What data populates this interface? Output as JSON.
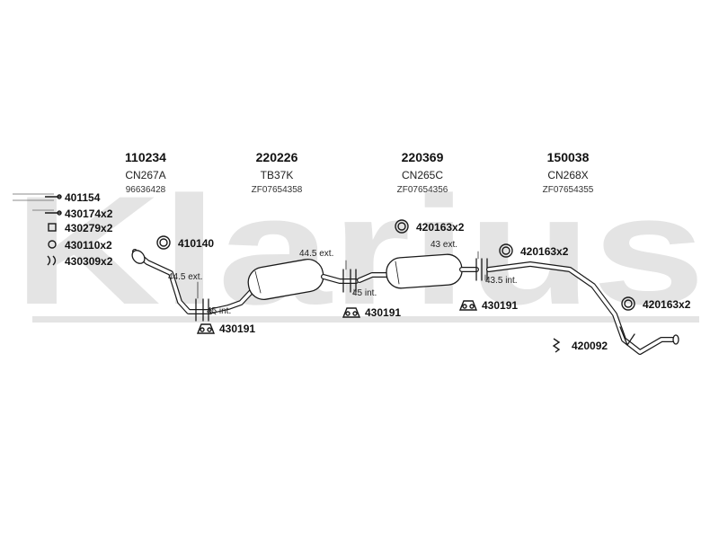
{
  "watermark": "Klarius",
  "sections": [
    {
      "code": "110234",
      "ref": "CN267A",
      "zf": "96636428"
    },
    {
      "code": "220226",
      "ref": "TB37K",
      "zf": "ZF07654358"
    },
    {
      "code": "220369",
      "ref": "CN265C",
      "zf": "ZF07654356"
    },
    {
      "code": "150038",
      "ref": "CN268X",
      "zf": "ZF07654355"
    }
  ],
  "kit_parts": [
    {
      "label": "401154",
      "icon": "bolt-set-icon"
    },
    {
      "label": "430174x2",
      "icon": "stud-icon"
    },
    {
      "label": "430279x2",
      "icon": "nut-icon"
    },
    {
      "label": "430110x2",
      "icon": "washer-icon"
    },
    {
      "label": "430309x2",
      "icon": "spring-icon"
    }
  ],
  "parts": [
    {
      "label": "410140",
      "icon": "gasket-ring-icon"
    },
    {
      "label": "420163x2",
      "icon": "gasket-ring-icon"
    },
    {
      "label": "420163x2",
      "icon": "gasket-ring-icon"
    },
    {
      "label": "420163x2",
      "icon": "gasket-ring-icon"
    },
    {
      "label": "430191",
      "icon": "rubber-hanger-icon"
    },
    {
      "label": "430191",
      "icon": "rubber-hanger-icon"
    },
    {
      "label": "430191",
      "icon": "rubber-hanger-icon"
    },
    {
      "label": "420092",
      "icon": "clamp-icon"
    }
  ],
  "dimensions": [
    "44.5 ext.",
    "45 int.",
    "44.5 ext.",
    "45 int.",
    "43 ext.",
    "43.5 int."
  ],
  "colors": {
    "watermark": "#e4e4e4",
    "line": "#1a1a1a",
    "fill": "#ffffff"
  }
}
